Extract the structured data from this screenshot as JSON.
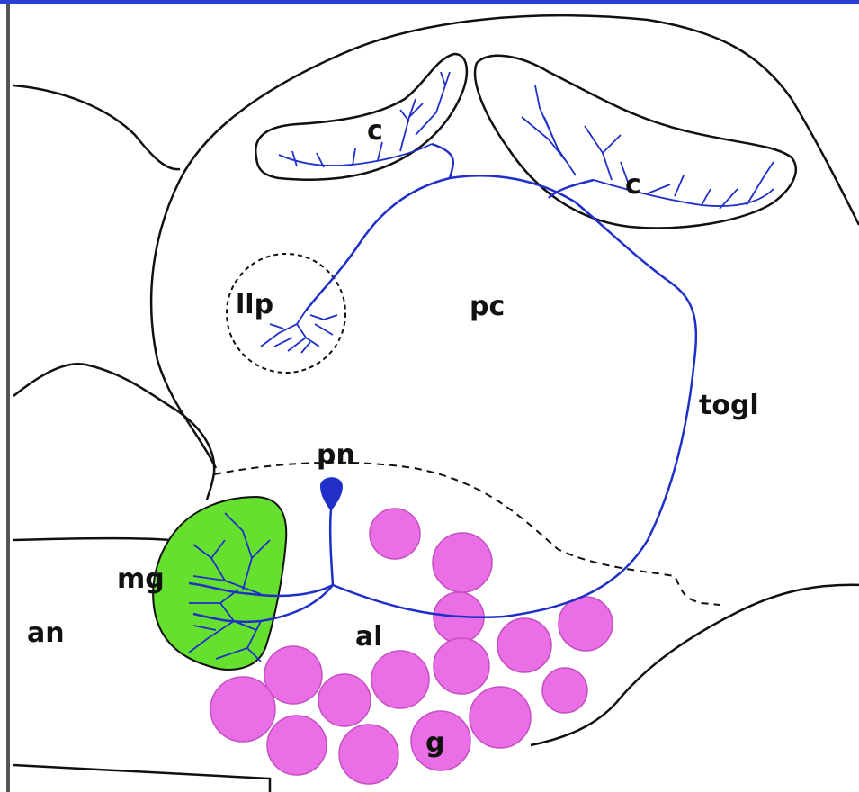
{
  "labels": {
    "c_left": "c",
    "c_right": "c",
    "llp": "llp",
    "pc": "pc",
    "togl": "togl",
    "pn": "pn",
    "mg": "mg",
    "an": "an",
    "al": "al",
    "g": "g"
  },
  "colors": {
    "outline": "#111111",
    "neuron": "#1f2fc7",
    "macroglomerulus": "#66e02e",
    "glomeruli": "#ea6fe6",
    "frame": "#2a3fd0"
  }
}
